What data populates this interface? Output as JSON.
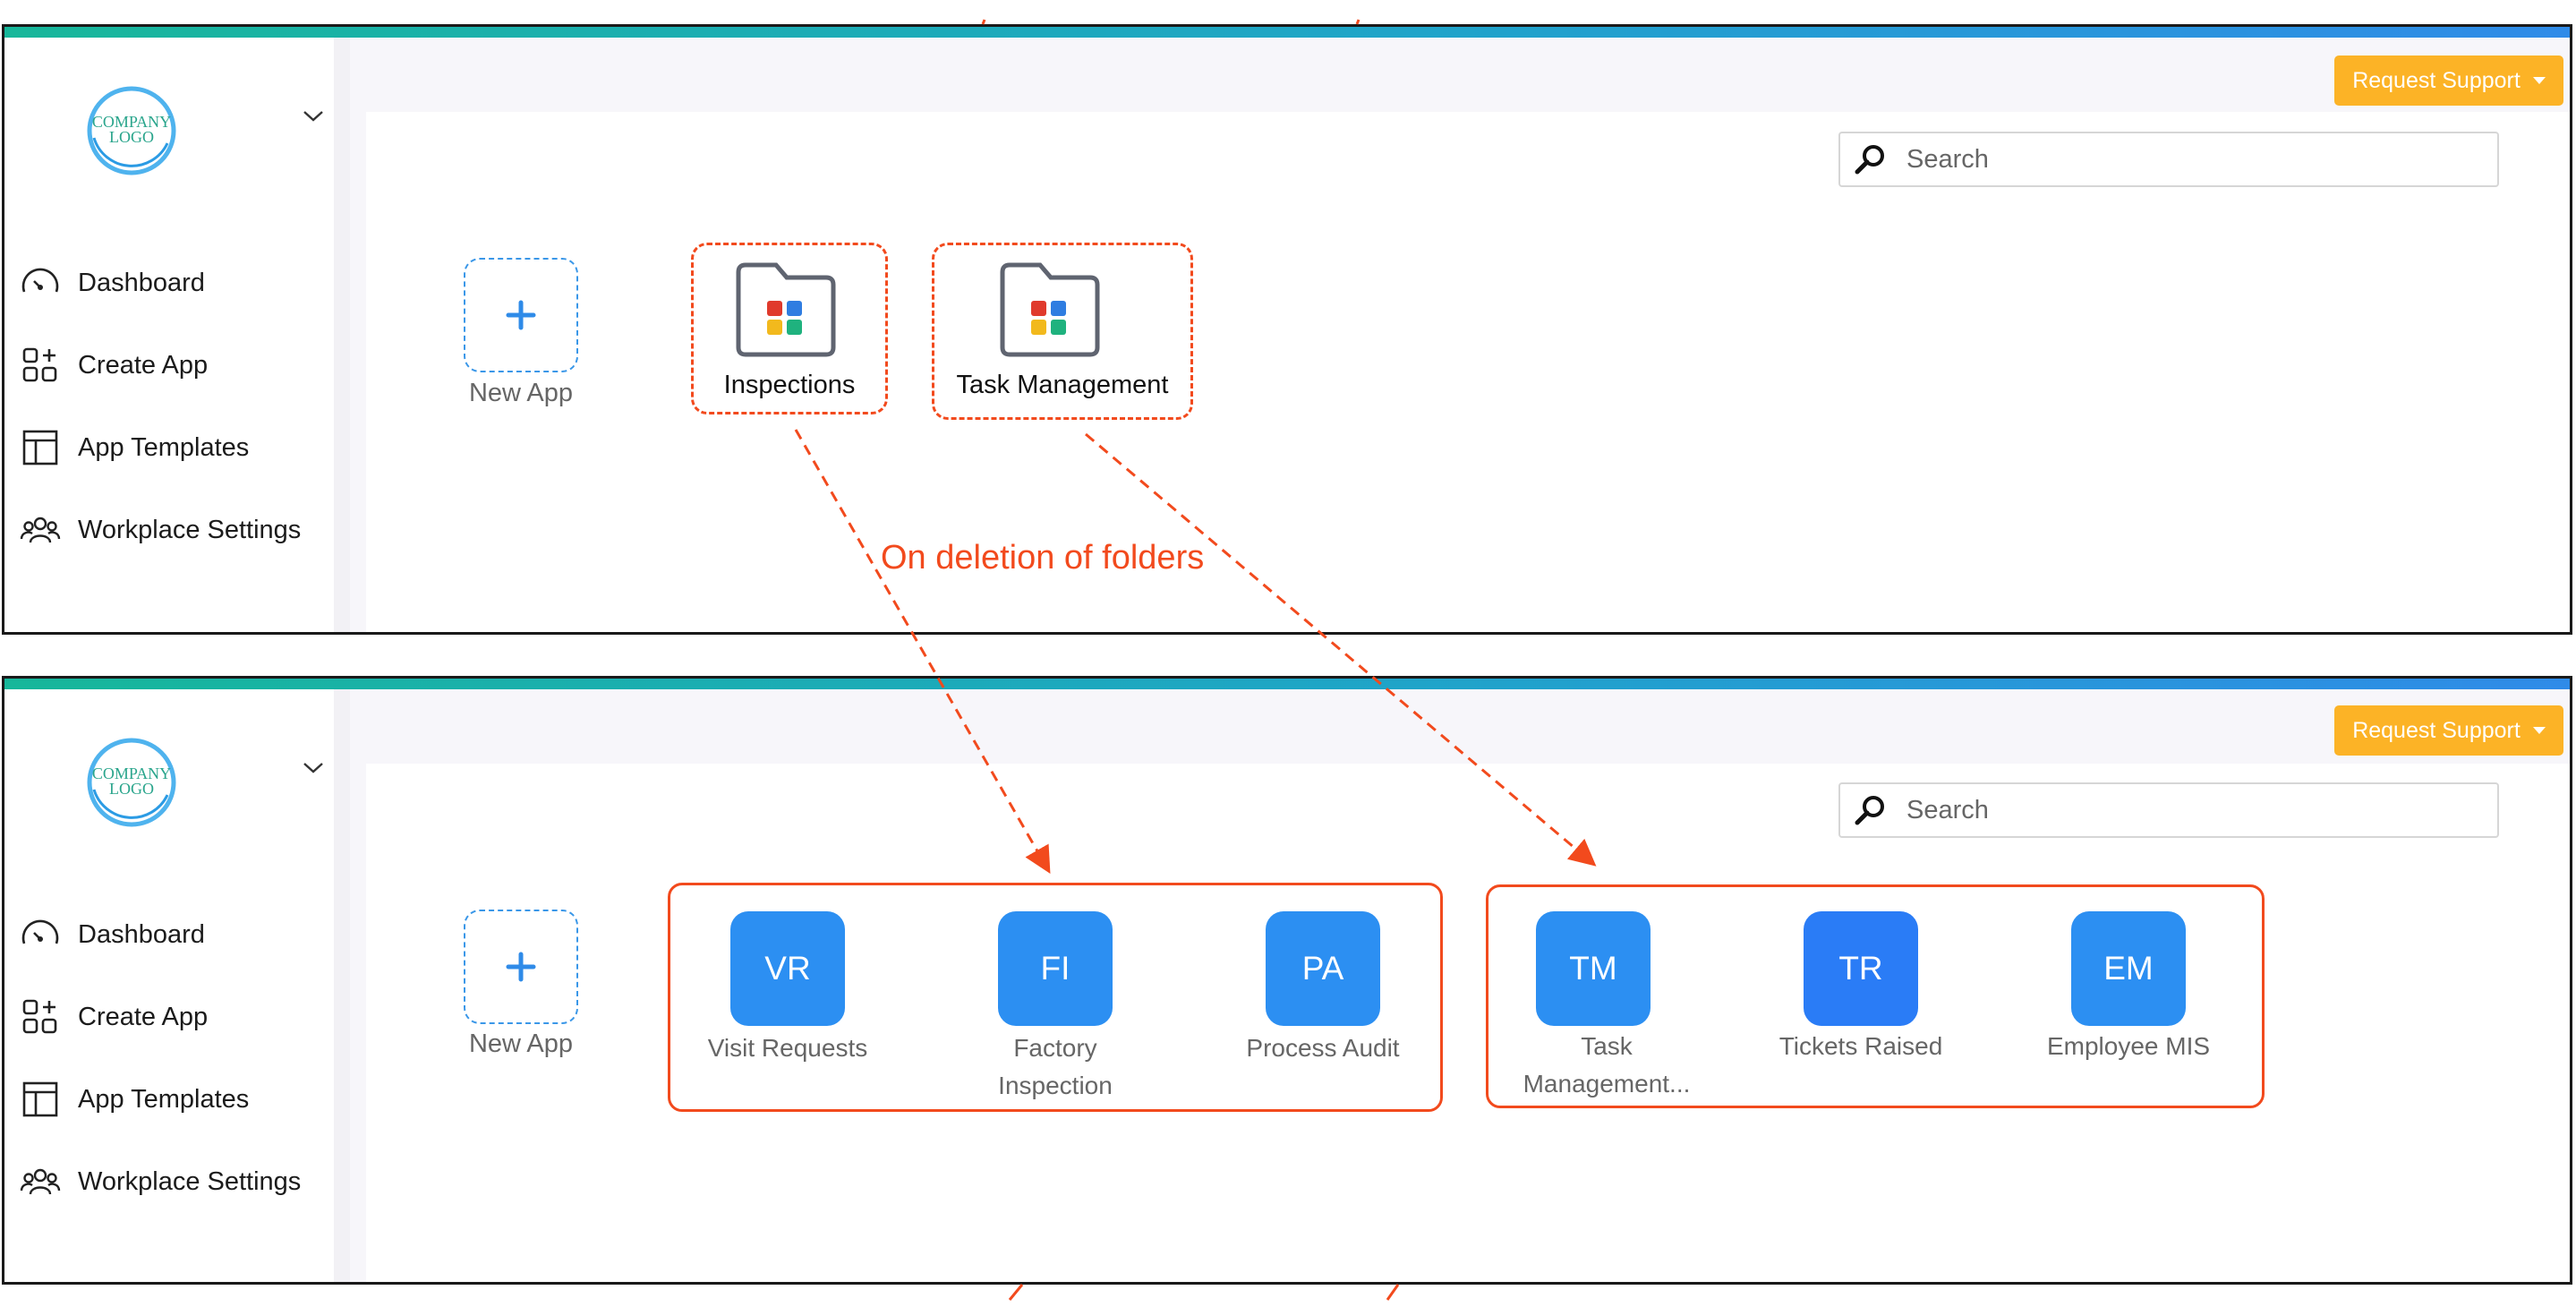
{
  "colors": {
    "accent_orange": "#f24a1d",
    "button_yellow": "#fcb326",
    "tile_blue": "#2c8ff2",
    "tile_blue_dark": "#2a7cf6"
  },
  "annotation": {
    "text": "On deletion of folders"
  },
  "before": {
    "logo_text": "COMPANY LOGO",
    "nav": [
      {
        "label": "Dashboard",
        "icon": "gauge-icon"
      },
      {
        "label": "Create App",
        "icon": "grid-plus-icon"
      },
      {
        "label": "App Templates",
        "icon": "template-icon"
      },
      {
        "label": "Workplace Settings",
        "icon": "users-icon"
      }
    ],
    "request_support": "Request Support",
    "search_placeholder": "Search",
    "new_app_label": "New App",
    "folders": [
      {
        "label": "Inspections"
      },
      {
        "label": "Task Management"
      }
    ]
  },
  "after": {
    "logo_text": "COMPANY LOGO",
    "nav": [
      {
        "label": "Dashboard",
        "icon": "gauge-icon"
      },
      {
        "label": "Create App",
        "icon": "grid-plus-icon"
      },
      {
        "label": "App Templates",
        "icon": "template-icon"
      },
      {
        "label": "Workplace Settings",
        "icon": "users-icon"
      }
    ],
    "request_support": "Request Support",
    "search_placeholder": "Search",
    "new_app_label": "New App",
    "groups": [
      {
        "apps": [
          {
            "initials": "VR",
            "label": "Visit Requests"
          },
          {
            "initials": "FI",
            "label": "Factory Inspection"
          },
          {
            "initials": "PA",
            "label": "Process Audit"
          }
        ]
      },
      {
        "apps": [
          {
            "initials": "TM",
            "label": "Task Management..."
          },
          {
            "initials": "TR",
            "label": "Tickets Raised"
          },
          {
            "initials": "EM",
            "label": "Employee MIS"
          }
        ]
      }
    ]
  }
}
